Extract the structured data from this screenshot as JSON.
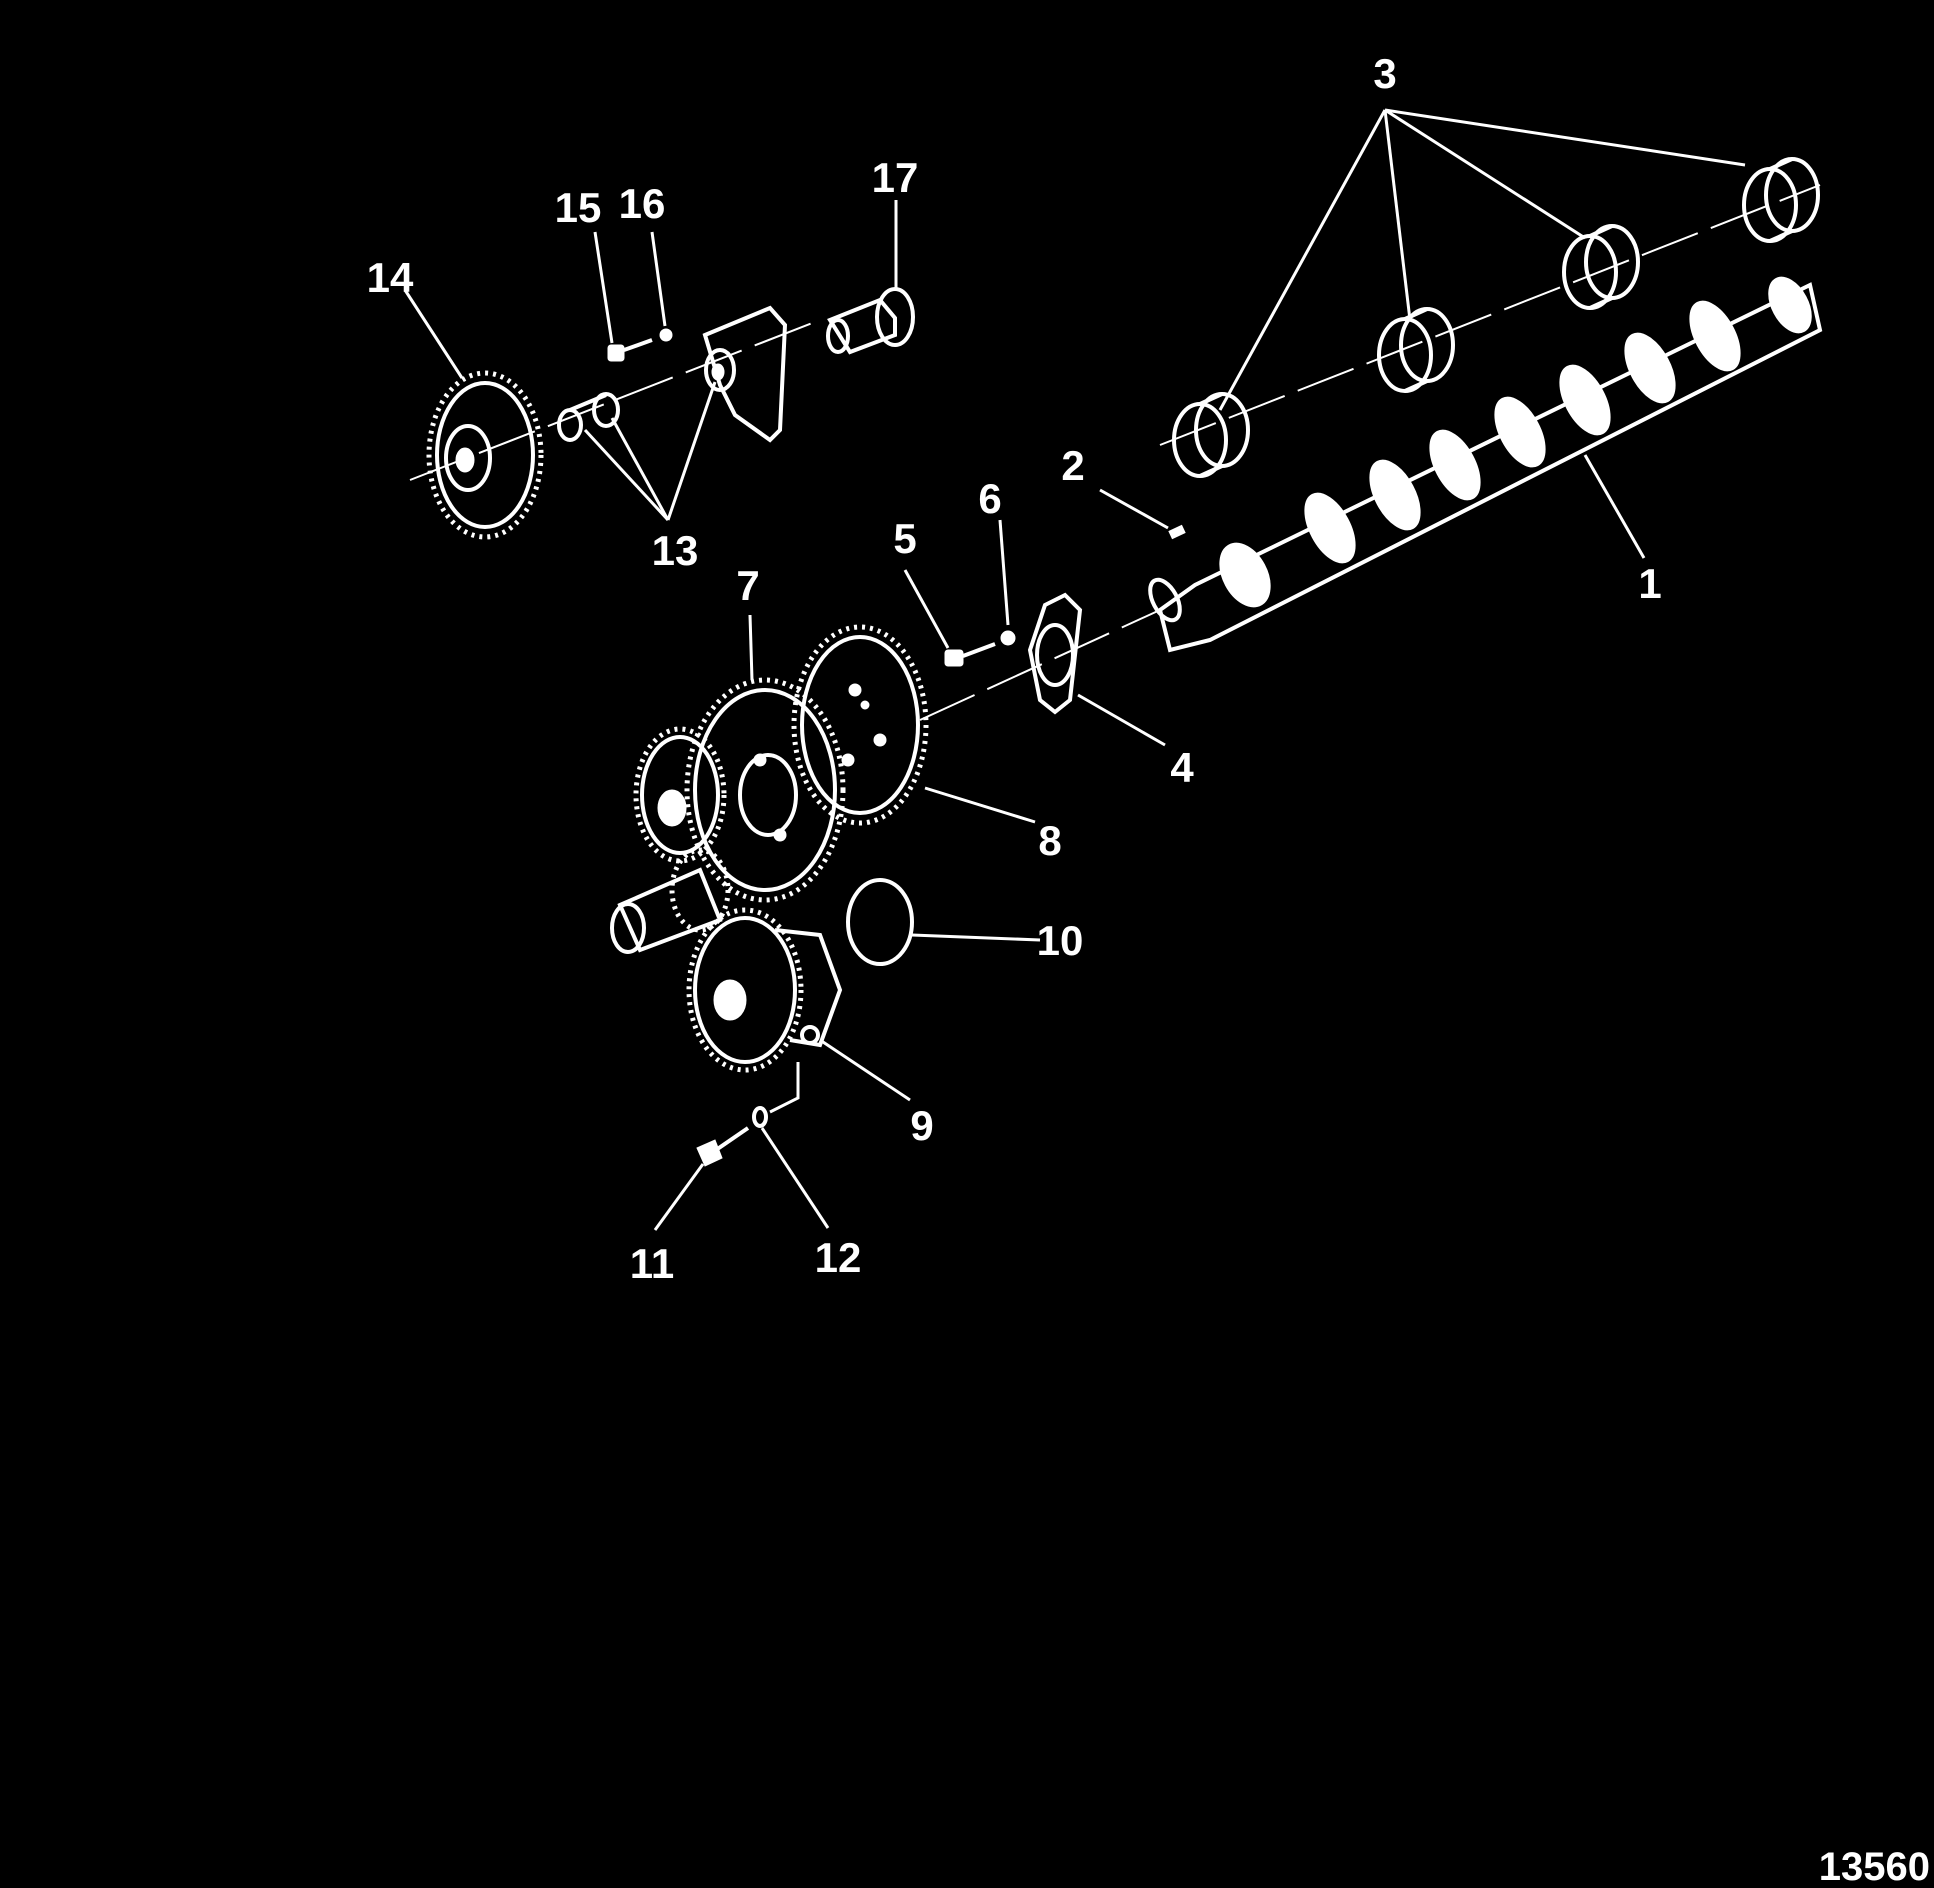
{
  "figure_number": "13560",
  "callouts": {
    "c1": "1",
    "c2": "2",
    "c3": "3",
    "c4": "4",
    "c5": "5",
    "c6": "6",
    "c7": "7",
    "c8": "8",
    "c9": "9",
    "c10": "10",
    "c11": "11",
    "c12": "12",
    "c13": "13",
    "c14": "14",
    "c15": "15",
    "c16": "16",
    "c17": "17"
  }
}
